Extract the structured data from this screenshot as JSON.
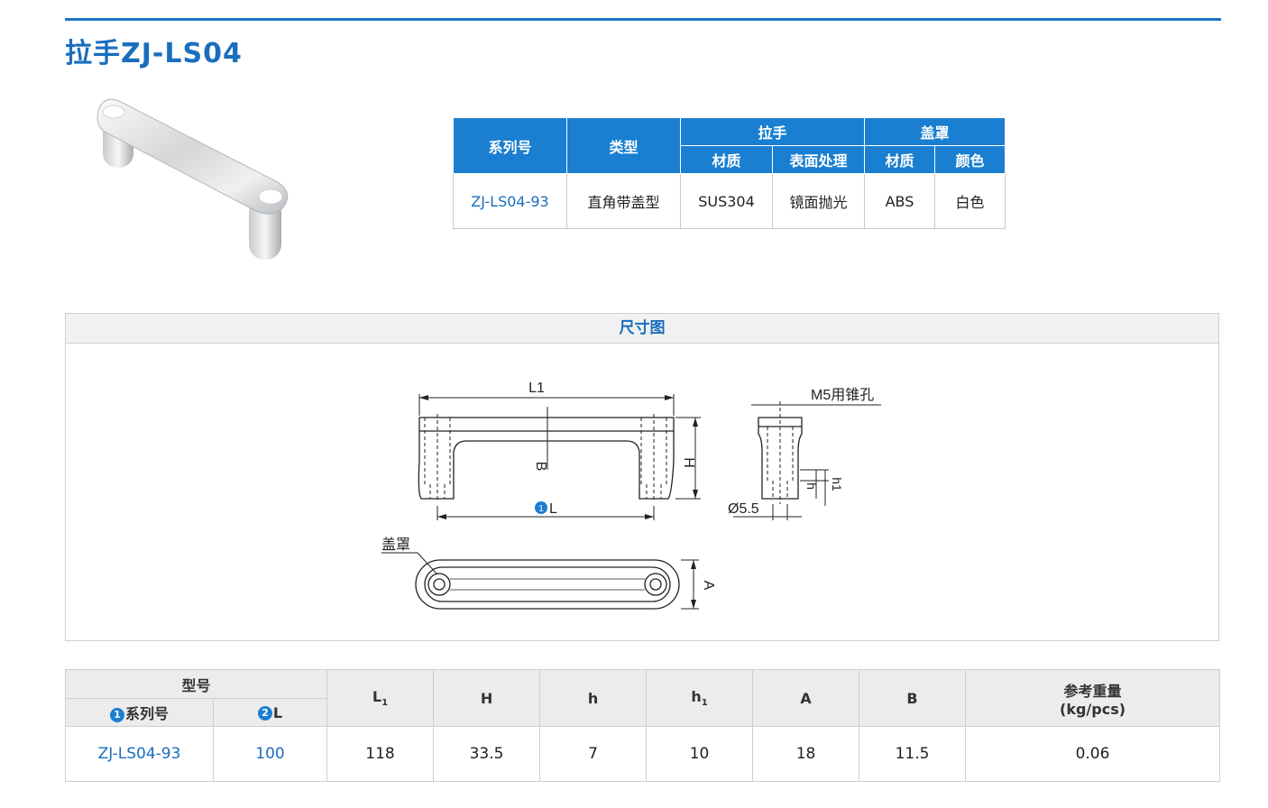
{
  "page": {
    "title": "拉手ZJ-LS04"
  },
  "spec_table": {
    "headers": {
      "series": "系列号",
      "type": "类型",
      "handle": "拉手",
      "cover": "盖罩",
      "handle_material": "材质",
      "handle_finish": "表面处理",
      "cover_material": "材质",
      "cover_color": "颜色"
    },
    "row": {
      "series": "ZJ-LS04-93",
      "type": "直角带盖型",
      "handle_material": "SUS304",
      "handle_finish": "镜面抛光",
      "cover_material": "ABS",
      "cover_color": "白色"
    }
  },
  "dimension_panel": {
    "title": "尺寸图",
    "labels": {
      "L1": "L1",
      "H": "H",
      "B": "B",
      "L_mark": "1",
      "L": "L",
      "M5": "M5用锥孔",
      "h": "h",
      "h1": "h1",
      "dia": "Ø5.5",
      "cover": "盖罩",
      "A": "A"
    }
  },
  "size_table": {
    "headers": {
      "model": "型号",
      "series_num": "1",
      "series": "系列号",
      "l_num": "2",
      "l": "L",
      "L1_main": "L",
      "L1_sub": "1",
      "H": "H",
      "h": "h",
      "h1_main": "h",
      "h1_sub": "1",
      "A": "A",
      "B": "B",
      "weight_line1": "参考重量",
      "weight_line2": "(kg/pcs)"
    },
    "row": {
      "series": "ZJ-LS04-93",
      "L": "100",
      "L1": "118",
      "H": "33.5",
      "h": "7",
      "h1": "10",
      "A": "18",
      "B": "11.5",
      "weight": "0.06"
    }
  },
  "colors": {
    "accent": "#1a7fd0",
    "title": "#1a6fbd",
    "border": "#cfcfcf"
  }
}
